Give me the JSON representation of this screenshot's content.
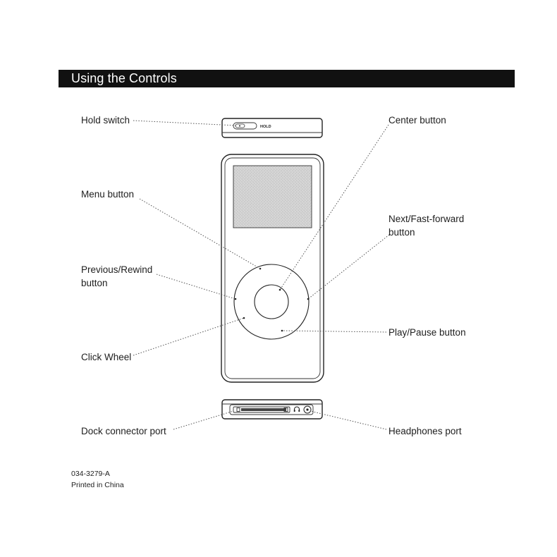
{
  "header": {
    "title": "Using the Controls"
  },
  "callouts": {
    "hold_switch": "Hold switch",
    "menu_button": "Menu button",
    "previous_rewind_line1": "Previous/Rewind",
    "previous_rewind_line2": "button",
    "click_wheel": "Click Wheel",
    "dock_connector_port": "Dock connector port",
    "center_button": "Center button",
    "next_fast_forward_line1": "Next/Fast-forward",
    "next_fast_forward_line2": "button",
    "play_pause_button": "Play/Pause button",
    "headphones_port": "Headphones port"
  },
  "device": {
    "hold_label": "HOLD",
    "headphone_icon": "headphone-icon",
    "dock_icon": "dock-connector-icon"
  },
  "footer": {
    "part_number": "034-3279-A",
    "printed_in": "Printed in China"
  },
  "colors": {
    "header_background": "#111111",
    "header_text": "#ffffff",
    "text": "#1e1e1e",
    "screen": "#d4d4d4"
  }
}
